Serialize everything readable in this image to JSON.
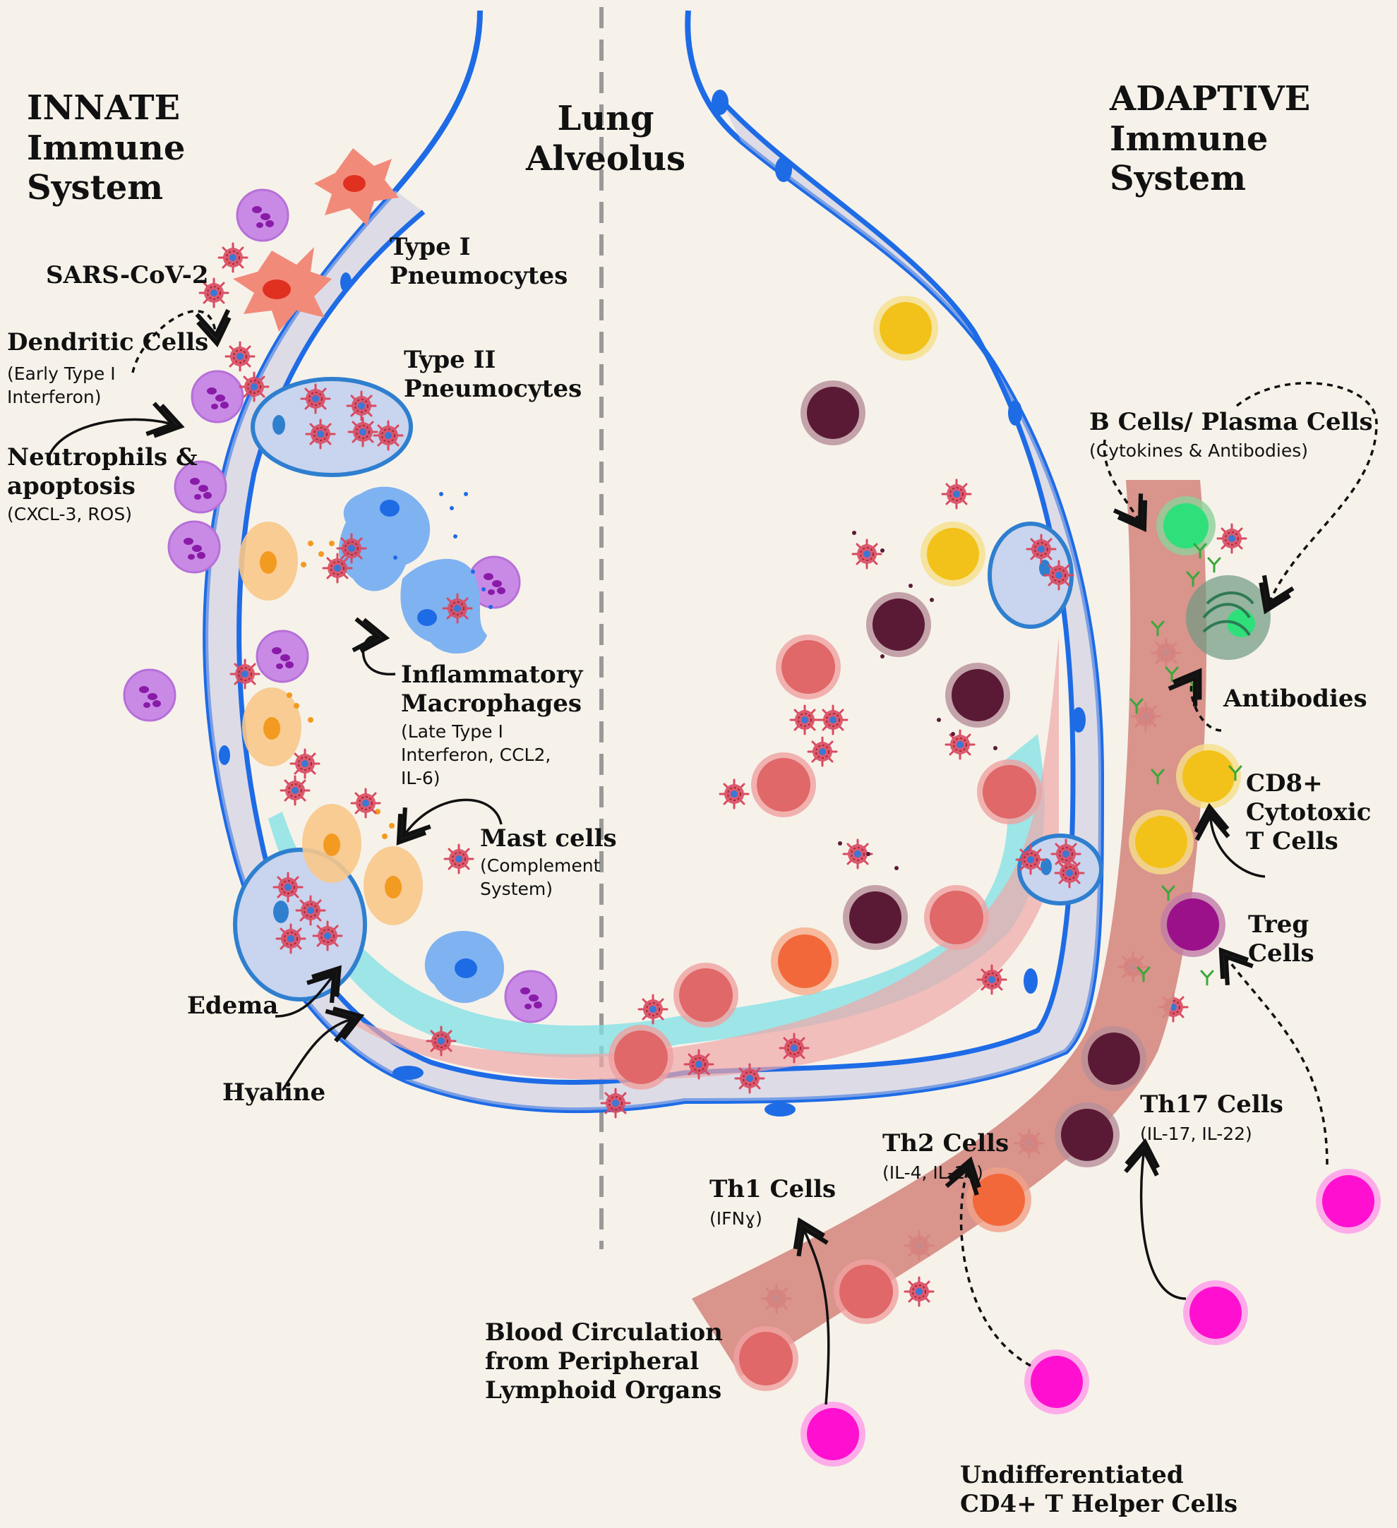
{
  "colors": {
    "membrane": "#1e6be6",
    "background": "#f6f2ea",
    "edema": "#7fe0e6",
    "blood_vessel": "#d68a82",
    "virus": "#d94a60",
    "neutrophil": "#c98ae6",
    "macrophage": "#7fb2f0",
    "mast_cell": "#f8c88a",
    "dendritic_cell": "#f28a7a",
    "helper_cell": "#ff10d0",
    "cd8_cell": "#f2c21a",
    "b_cell": "#2fe07a",
    "treg_cell": "#9a118a",
    "th17_cell": "#5a1a36",
    "th2_cell": "#f2683a"
  },
  "labels": {
    "innate_title": "INNATE\nImmune\nSystem",
    "adaptive_title": "ADAPTIVE\nImmune\nSystem",
    "center_title": "Lung\nAlveolus",
    "sars": "SARS-CoV-2",
    "dendritic": "Dendritic Cells",
    "dendritic_sub": "(Early Type I\nInterferon)",
    "neutrophils": "Neutrophils &\napoptosis",
    "neutrophils_sub": "(CXCL-3, ROS)",
    "type1": "Type I\nPneumocytes",
    "type2": "Type II\nPneumocytes",
    "macrophages": "Inflammatory\nMacrophages",
    "macrophages_sub": "(Late Type I\nInterferon, CCL2,\nIL-6)",
    "mast": "Mast cells",
    "mast_sub": "(Complement\nSystem)",
    "edema": "Edema",
    "hyaline": "Hyaline",
    "bcells": "B Cells/ Plasma Cells",
    "bcells_sub": "(Cytokines & Antibodies)",
    "antibodies": "Antibodies",
    "cd8": "CD8+\nCytotoxic\nT Cells",
    "treg": "Treg\nCells",
    "th17": "Th17 Cells",
    "th17_sub": "(IL-17, IL-22)",
    "th2": "Th2 Cells",
    "th2_sub": "(IL-4, IL-10)",
    "th1": "Th1 Cells",
    "th1_sub": "(IFNɣ)",
    "blood": "Blood Circulation\nfrom Peripheral\nLymphoid Organs",
    "undiff": "Undifferentiated\nCD4+ T Helper Cells"
  },
  "icons": [
    "virus-icon",
    "neutrophil-icon",
    "macrophage-icon",
    "mast-cell-icon",
    "dendritic-cell-icon",
    "t-cell-icon",
    "antibody-icon",
    "arrow-icon"
  ]
}
